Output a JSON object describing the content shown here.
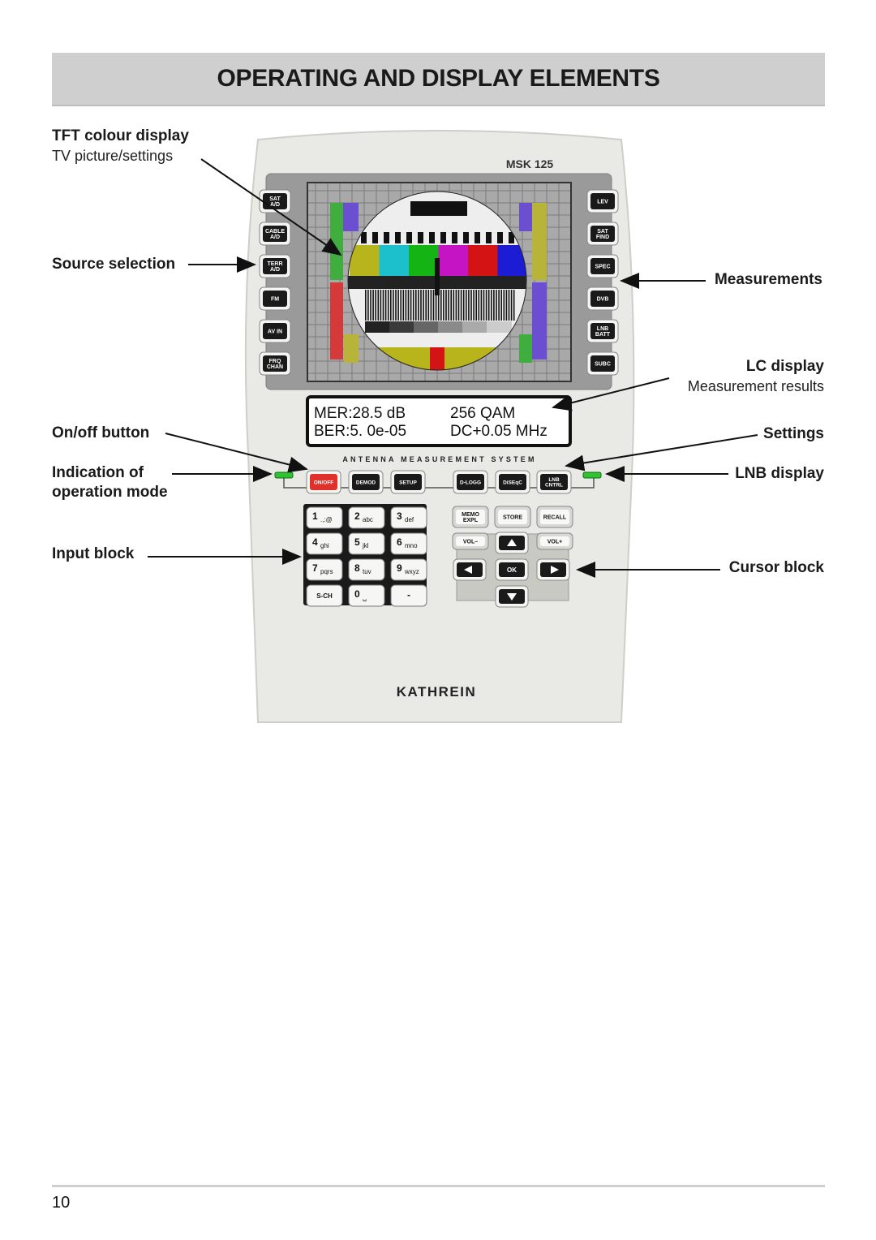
{
  "header": {
    "title": "OPERATING AND DISPLAY ELEMENTS"
  },
  "labels": {
    "tft_title": "TFT colour display",
    "tft_sub": "TV picture/settings",
    "source": "Source selection",
    "measurements": "Measurements",
    "lc_title": "LC display",
    "lc_sub": "Measurement results",
    "onoff": "On/off button",
    "settings": "Settings",
    "indication_line1": "Indication of",
    "indication_line2": "operation mode",
    "lnb": "LNB display",
    "input": "Input block",
    "cursor": "Cursor block"
  },
  "device": {
    "model": "MSK 125",
    "band_text": "ANTENNA MEASUREMENT SYSTEM",
    "brand": "KATHREIN",
    "lcd_line1_left": "MER:28.5 dB",
    "lcd_line1_right": "256 QAM",
    "lcd_line2_left": "BER:5. 0e-05",
    "lcd_line2_right": "DC+0.05 MHz",
    "left_keys": [
      [
        "SAT",
        "A/D"
      ],
      [
        "CABLE",
        "A/D"
      ],
      [
        "TERR",
        "A/D"
      ],
      [
        "FM"
      ],
      [
        "AV IN"
      ],
      [
        "FRQ",
        "CHAN"
      ]
    ],
    "right_keys": [
      [
        "LEV"
      ],
      [
        "SAT",
        "FIND"
      ],
      [
        "SPEC"
      ],
      [
        "DVB"
      ],
      [
        "LNB",
        "BATT"
      ],
      [
        "SUBC"
      ]
    ],
    "mode_keys": [
      [
        "ON/OFF"
      ],
      [
        "DEMOD"
      ],
      [
        "SETUP"
      ],
      [
        "D-LOGG"
      ],
      [
        "DiSEqC"
      ],
      [
        "LNB",
        "CNTRL"
      ]
    ],
    "numpad": [
      {
        "n": "1",
        "t": ".,:@"
      },
      {
        "n": "2",
        "t": "abc"
      },
      {
        "n": "3",
        "t": "def"
      },
      {
        "n": "4",
        "t": "ghi"
      },
      {
        "n": "5",
        "t": "jkl"
      },
      {
        "n": "6",
        "t": "mno"
      },
      {
        "n": "7",
        "t": "pqrs"
      },
      {
        "n": "8",
        "t": "tuv"
      },
      {
        "n": "9",
        "t": "wxyz"
      },
      {
        "n": "S-CH",
        "t": ""
      },
      {
        "n": "0",
        "t": "␣"
      },
      {
        "n": "-",
        "t": ""
      }
    ],
    "func_keys": [
      [
        "MEMO",
        "EXPL"
      ],
      [
        "STORE"
      ],
      [
        "RECALL"
      ]
    ],
    "vol_minus": "VOL–",
    "vol_plus": "VOL+",
    "ok": "OK",
    "led_color": "#2fc42f",
    "onoff_color": "#e0302a"
  },
  "footer": {
    "page_number": "10"
  }
}
